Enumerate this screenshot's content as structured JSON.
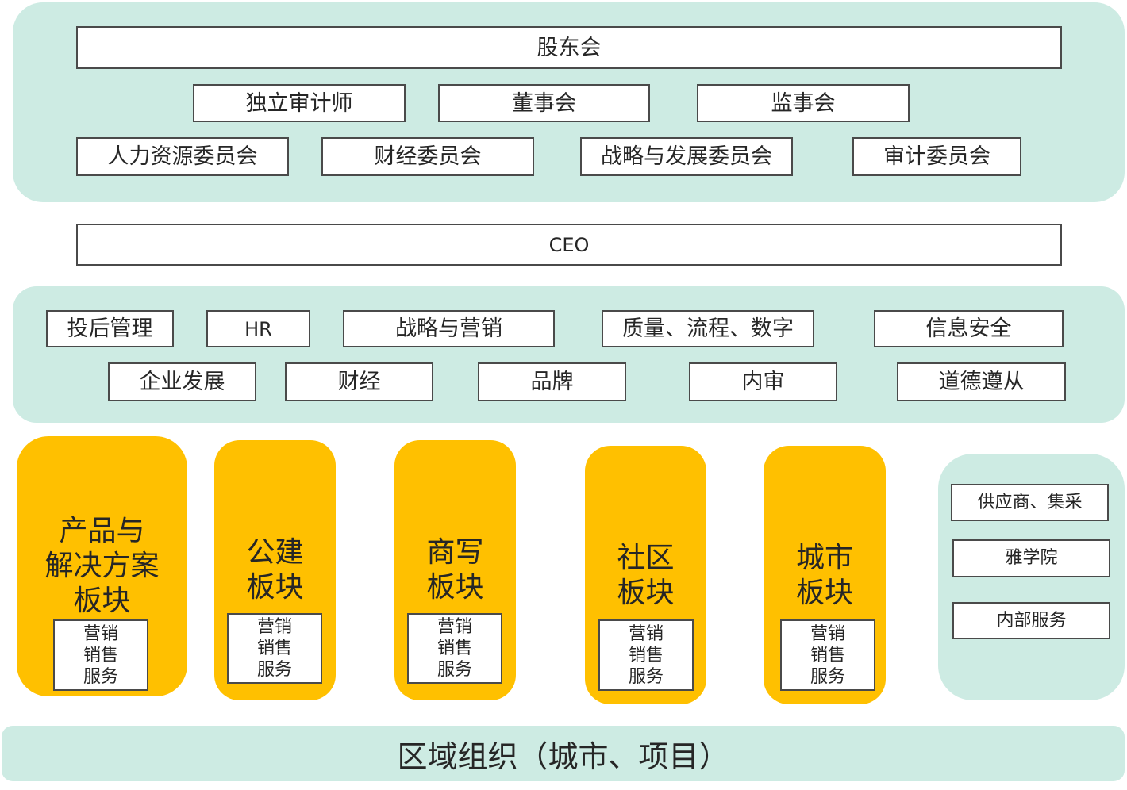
{
  "governance": {
    "shareholders": "股东会",
    "row2": [
      "独立审计师",
      "董事会",
      "监事会"
    ],
    "row3": [
      "人力资源委员会",
      "财经委员会",
      "战略与发展委员会",
      "审计委员会"
    ]
  },
  "ceo": "CEO",
  "functions": {
    "row1": [
      "投后管理",
      "HR",
      "战略与营销",
      "质量、流程、数字",
      "信息安全"
    ],
    "row2": [
      "企业发展",
      "财经",
      "品牌",
      "内审",
      "道德遵从"
    ]
  },
  "segments": [
    {
      "title": "产品与\n解决方案\n板块",
      "sub": [
        "营销",
        "销售",
        "服务"
      ]
    },
    {
      "title": "公建\n板块",
      "sub": [
        "营销",
        "销售",
        "服务"
      ]
    },
    {
      "title": "商写\n板块",
      "sub": [
        "营销",
        "销售",
        "服务"
      ]
    },
    {
      "title": "社区\n板块",
      "sub": [
        "营销",
        "销售",
        "服务"
      ]
    },
    {
      "title": "城市\n板块",
      "sub": [
        "营销",
        "销售",
        "服务"
      ]
    }
  ],
  "support": [
    "供应商、集采",
    "雅学院",
    "内部服务"
  ],
  "regional": "区域组织（城市、项目）",
  "colors": {
    "panel": "#cdebe3",
    "segment": "#ffc000",
    "border": "#4a4a4a"
  }
}
